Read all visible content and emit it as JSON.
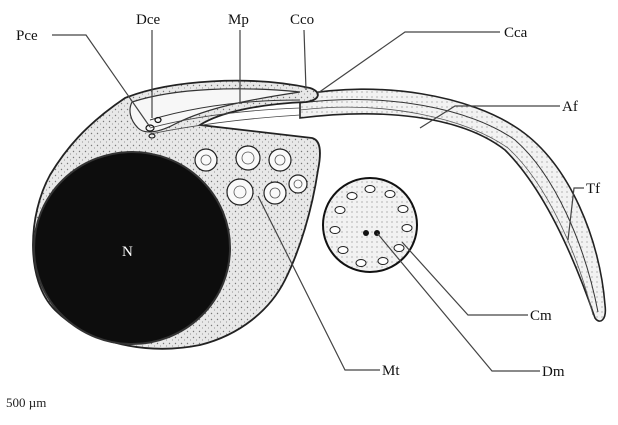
{
  "labels": {
    "Pce": "Pce",
    "Dce": "Dce",
    "Mp": "Mp",
    "Cco": "Cco",
    "Cca": "Cca",
    "Af": "Af",
    "Tf": "Tf",
    "N": "N",
    "Cm": "Cm",
    "Dm": "Dm",
    "Mt": "Mt"
  },
  "scale_bar": "500 µm"
}
